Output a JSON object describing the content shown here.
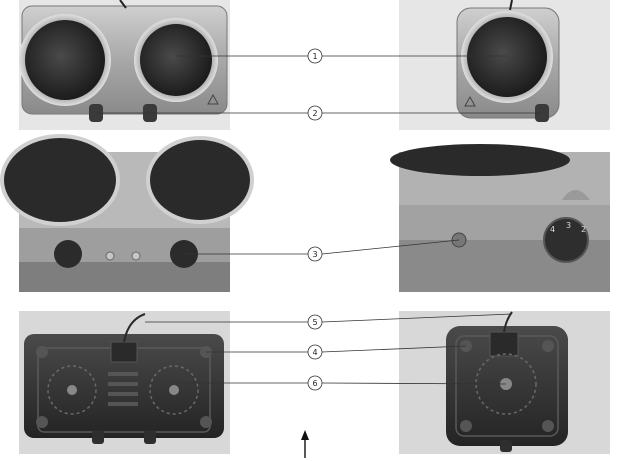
{
  "figure": {
    "callouts": [
      {
        "number": "1"
      },
      {
        "number": "2"
      },
      {
        "number": "3"
      },
      {
        "number": "5"
      },
      {
        "number": "4"
      },
      {
        "number": "6"
      }
    ],
    "knob_scale": [
      "4",
      "3",
      "2"
    ],
    "arrow_icon": "up-arrow-icon",
    "colors": {
      "photo_bg": "#e3e3e3",
      "steel": "#b4b4b4",
      "plate": "#2a2a2a",
      "base": "#3a3a3a",
      "line": "#333333"
    }
  }
}
